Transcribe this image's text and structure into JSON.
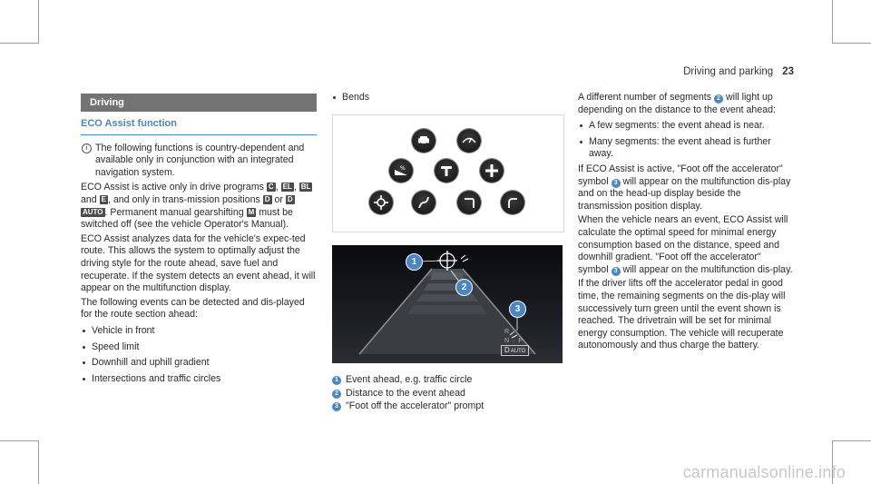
{
  "header": {
    "title": "Driving and parking",
    "page_number": "23"
  },
  "section_label": "Driving",
  "subsection_title": "ECO Assist function",
  "note": "The following functions is country-dependent and available only in conjunction with an integrated navigation system.",
  "col1": {
    "p1_a": "ECO Assist is active only in drive programs",
    "key_c": "C",
    "key_el": "EL",
    "key_bl": "BL",
    "key_e": "E",
    "p1_and": "and",
    "p1_b": ", and only in trans-mission positions",
    "key_d": "D",
    "p1_or": "or",
    "key_dauto": "AUTO",
    "p1_c": ". Permanent manual gearshifting",
    "key_m": "M",
    "p1_d": "must be switched off (see the vehicle Operator's Manual).",
    "p2": "ECO Assist analyzes data for the vehicle's expec-ted route. This allows the system to optimally adjust the driving style for the route ahead, save fuel and recuperate. If the system detects an event ahead, it will appear on the multifunction display.",
    "p3": "The following events can be detected and dis-played for the route section ahead:",
    "bullets": [
      "Vehicle in front",
      "Speed limit",
      "Downhill and uphill gradient",
      "Intersections and traffic circles"
    ]
  },
  "col2": {
    "bullet": "Bends",
    "dash_gear": "R",
    "dash_np": "N · P",
    "dash_d": "D",
    "dash_auto": "AUTO",
    "legend": [
      {
        "n": "1",
        "text": "Event ahead, e.g. traffic circle"
      },
      {
        "n": "2",
        "text": "Distance to the event ahead"
      },
      {
        "n": "3",
        "text": "\"Foot off the accelerator\" prompt"
      }
    ]
  },
  "col3": {
    "p1_a": "A different number of segments",
    "p1_n": "2",
    "p1_b": "will light up depending on the distance to the event ahead:",
    "bullets": [
      "A few segments: the event ahead is near.",
      "Many segments: the event ahead is further away."
    ],
    "p2_a": "If ECO Assist is active, \"Foot off the accelerator\" symbol",
    "p2_n": "3",
    "p2_b": "will appear on the multifunction dis-play and on the head-up display beside the transmission position display.",
    "p3_a": "When the vehicle nears an event, ECO Assist will calculate the optimal speed for minimal energy consumption based on the distance, speed and downhill gradient. \"Foot off the accelerator\" symbol",
    "p3_n": "3",
    "p3_b": "will appear on the multifunction dis-play.",
    "p4": "If the driver lifts off the accelerator pedal in good time, the remaining segments on the dis-play will successively turn green until the event shown is reached. The drivetrain will be set for minimal energy consumption. The vehicle will recuperate autonomously and thus charge the battery."
  },
  "icons": [
    "vehicle-in-front-icon",
    "speed-limit-icon",
    "downhill-gradient-icon",
    "uphill-gradient-icon",
    "intersection-icon",
    "traffic-circle-icon",
    "bend-left-icon",
    "bend-right-icon",
    "bend-sharp-icon"
  ],
  "accent_color": "#4a86c5",
  "watermark": "carmanualsonline.info"
}
